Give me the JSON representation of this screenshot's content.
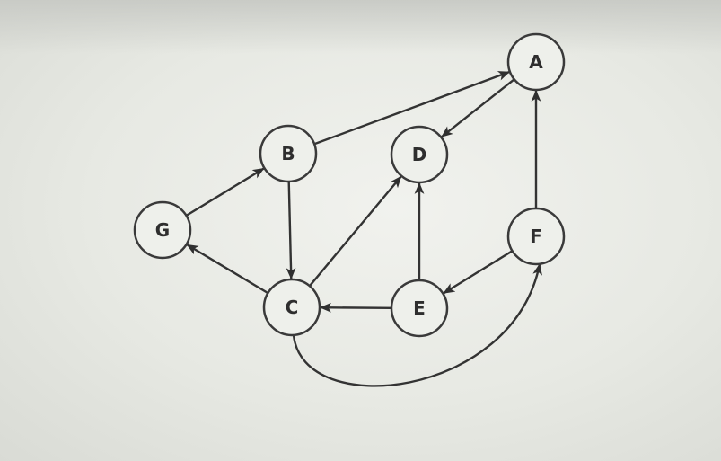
{
  "graph": {
    "nodes": [
      {
        "id": "A",
        "label": "A"
      },
      {
        "id": "B",
        "label": "B"
      },
      {
        "id": "D",
        "label": "D"
      },
      {
        "id": "G",
        "label": "G"
      },
      {
        "id": "F",
        "label": "F"
      },
      {
        "id": "C",
        "label": "C"
      },
      {
        "id": "E",
        "label": "E"
      }
    ],
    "edges": [
      {
        "from": "B",
        "to": "A"
      },
      {
        "from": "A",
        "to": "D"
      },
      {
        "from": "G",
        "to": "B"
      },
      {
        "from": "B",
        "to": "C"
      },
      {
        "from": "C",
        "to": "G"
      },
      {
        "from": "C",
        "to": "D"
      },
      {
        "from": "E",
        "to": "D"
      },
      {
        "from": "E",
        "to": "C"
      },
      {
        "from": "F",
        "to": "E"
      },
      {
        "from": "F",
        "to": "A"
      },
      {
        "from": "C",
        "to": "F",
        "curved": true
      }
    ]
  }
}
